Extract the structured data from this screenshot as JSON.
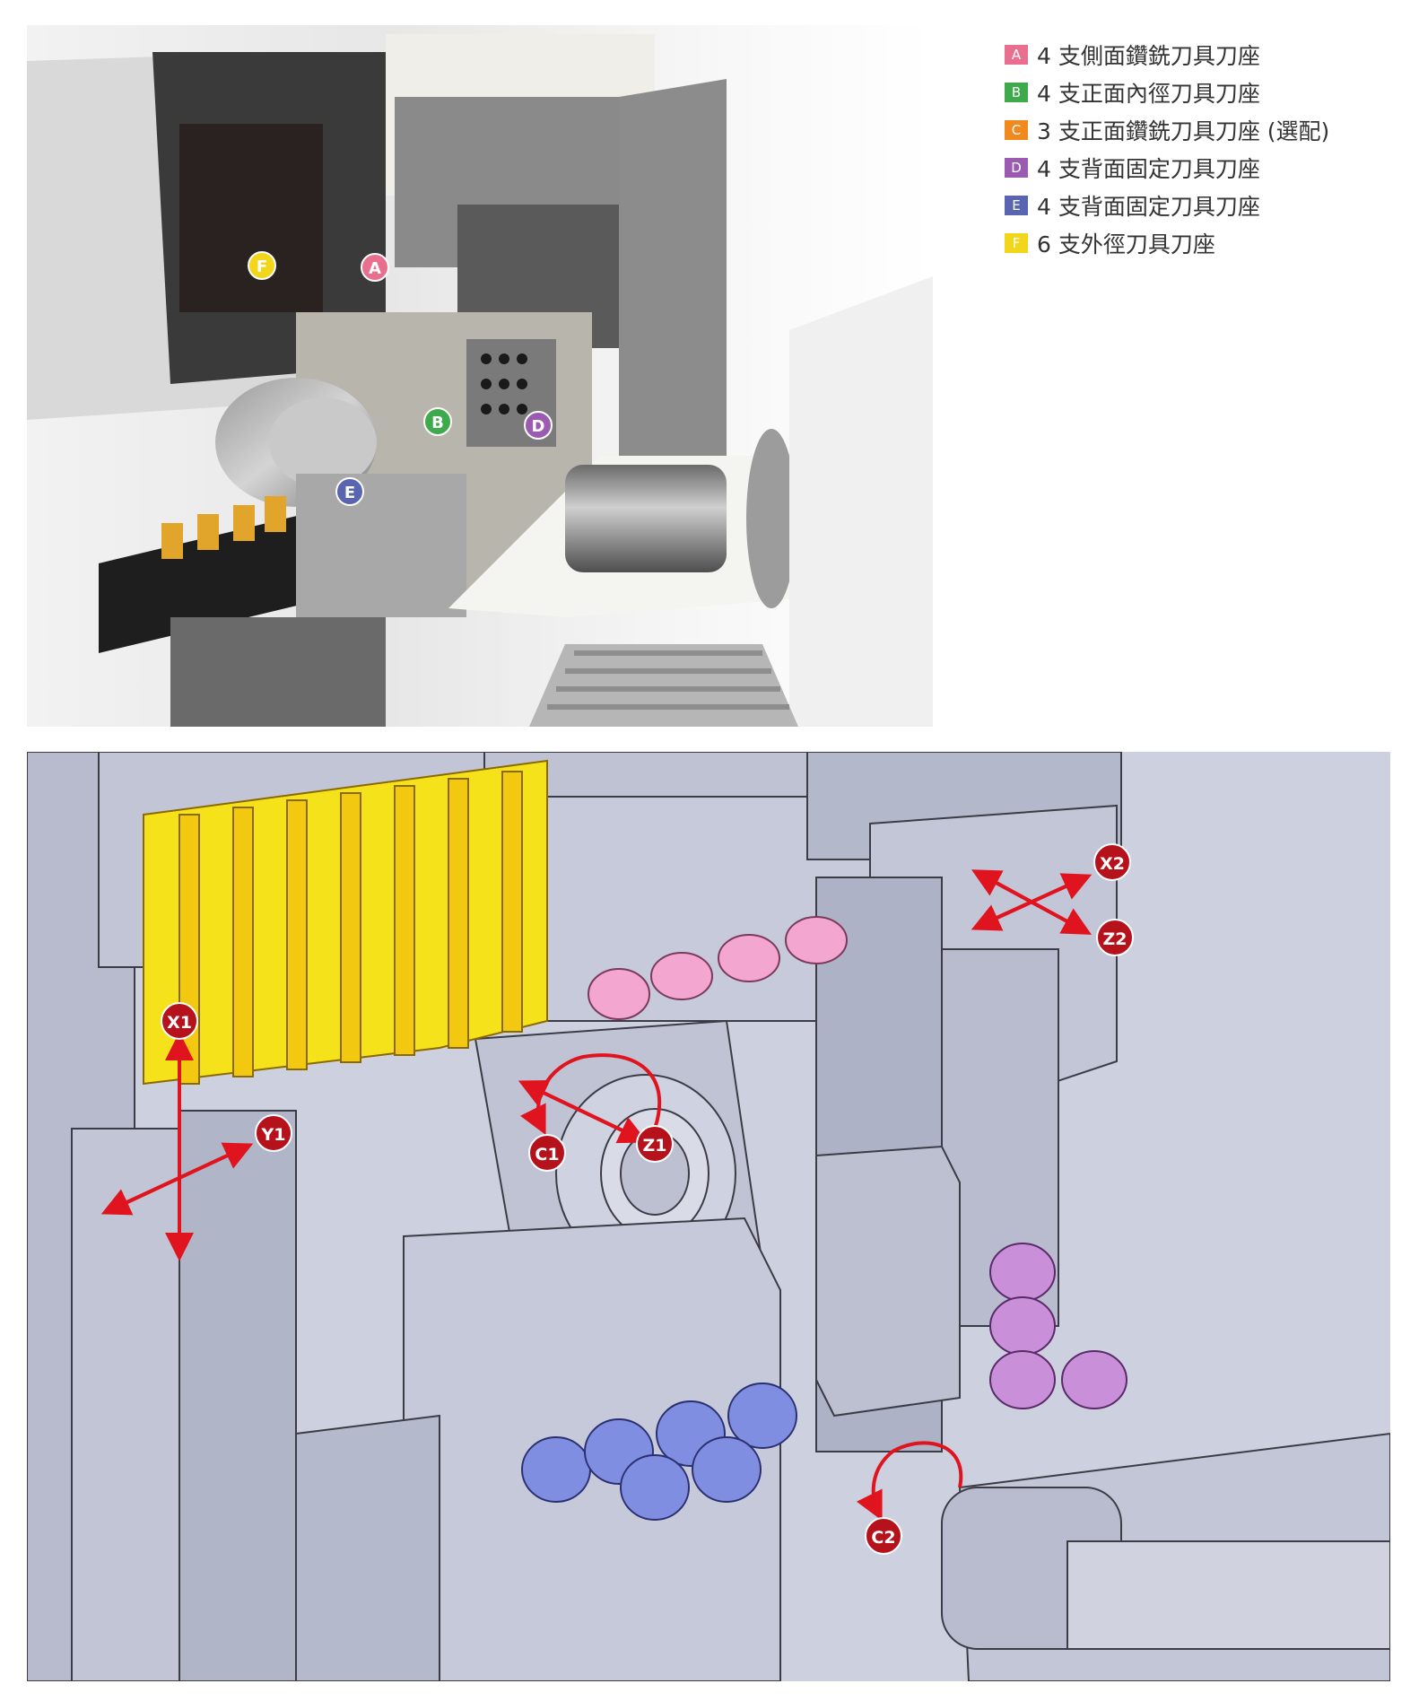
{
  "legend": [
    {
      "key": "A",
      "color": "#e8708e",
      "text": "4 支側面鑽銑刀具刀座"
    },
    {
      "key": "B",
      "color": "#3faa4b",
      "text": "4 支正面內徑刀具刀座"
    },
    {
      "key": "C",
      "color": "#f08a1e",
      "text": "3 支正面鑽銑刀具刀座 (選配)"
    },
    {
      "key": "D",
      "color": "#9b5bb0",
      "text": "4 支背面固定刀具刀座"
    },
    {
      "key": "E",
      "color": "#5965b0",
      "text": "4 支背面固定刀具刀座"
    },
    {
      "key": "F",
      "color": "#f2d61c",
      "text": "6 支外徑刀具刀座"
    }
  ],
  "photo_markers": [
    {
      "key": "F",
      "color": "#f2d61c"
    },
    {
      "key": "A",
      "color": "#e8708e"
    },
    {
      "key": "B",
      "color": "#3faa4b"
    },
    {
      "key": "D",
      "color": "#9b5bb0"
    },
    {
      "key": "E",
      "color": "#5965b0"
    }
  ],
  "axis_labels": [
    "X1",
    "Y1",
    "C1",
    "Z1",
    "X2",
    "Z2",
    "C2"
  ],
  "colors": {
    "axis_badge": "#b5121b",
    "arrow": "#e0141e",
    "cad_background": "#cdd0de",
    "tool_yellow": "#f6e21a",
    "tool_pink": "#f3a6cf",
    "tool_purple": "#c98fd8",
    "tool_blue": "#7f8ee0"
  }
}
